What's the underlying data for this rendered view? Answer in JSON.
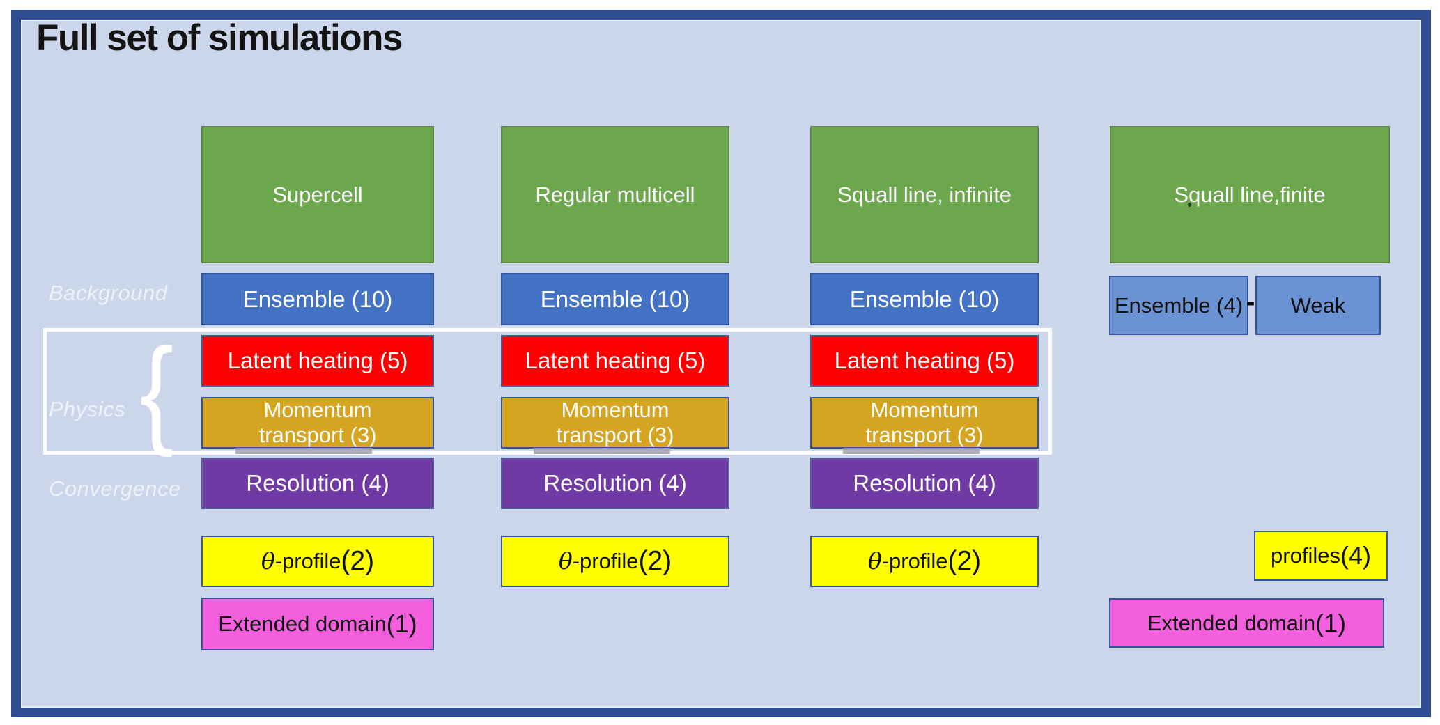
{
  "title": "Full set of simulations",
  "row_labels": {
    "background": "Background",
    "physics": "Physics",
    "physics_brace": "{",
    "convergence": "Convergence"
  },
  "columns": {
    "supercell": {
      "header": "Supercell",
      "ensemble": "Ensemble (10)",
      "latent_heating": "Latent heating (5)",
      "momentum_line1": "Momentum",
      "momentum_line2": "transport (3)",
      "resolution": "Resolution (4)",
      "theta_symbol": "θ",
      "theta_profile_rest": "-profile ",
      "theta_profile_count": "(2)",
      "extended_domain": "Extended domain",
      "extended_domain_count": "(1)"
    },
    "regular_multicell": {
      "header": "Regular multicell",
      "ensemble": "Ensemble (10)",
      "latent_heating": "Latent heating (5)",
      "momentum_line1": "Momentum",
      "momentum_line2": "transport (3)",
      "resolution": "Resolution (4)",
      "theta_symbol": "θ",
      "theta_profile_rest": "-profile ",
      "theta_profile_count": "(2)"
    },
    "squall_line_infinite": {
      "header": "Squall line, infinite",
      "ensemble": "Ensemble (10)",
      "latent_heating": "Latent heating (5)",
      "momentum_line1": "Momentum",
      "momentum_line2": "transport (3)",
      "resolution": "Resolution (4)",
      "theta_symbol": "θ",
      "theta_profile_rest": "-profile ",
      "theta_profile_count": "(2)"
    },
    "squall_line_finite": {
      "header": "Squall line,finite",
      "ensemble": "Ensemble (4)",
      "connector": "-",
      "weak": "Weak",
      "profiles": "profiles",
      "profiles_count": "(4)",
      "extended_domain": "Extended domain",
      "extended_domain_count": "(1)"
    }
  },
  "colors": {
    "frame_border": "#2e4c8f",
    "canvas": "#ccd6eb",
    "green": "#6ca64d",
    "blue": "#4472c4",
    "light_blue": "#6b92d2",
    "red": "#fe0000",
    "gold": "#d5a421",
    "purple": "#6f3aa4",
    "yellow": "#ffff00",
    "pink": "#f45fde",
    "white_outline": "#ffffff",
    "label_text": "#eef2f8"
  }
}
